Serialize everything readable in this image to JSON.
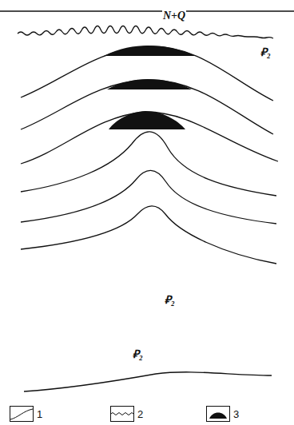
{
  "diagram": {
    "labels": [
      "N+Q",
      "₽₂",
      "₽₂",
      "₽₂"
    ],
    "legend": [
      {
        "text": "1"
      },
      {
        "text": "2"
      },
      {
        "text": "3"
      }
    ]
  }
}
